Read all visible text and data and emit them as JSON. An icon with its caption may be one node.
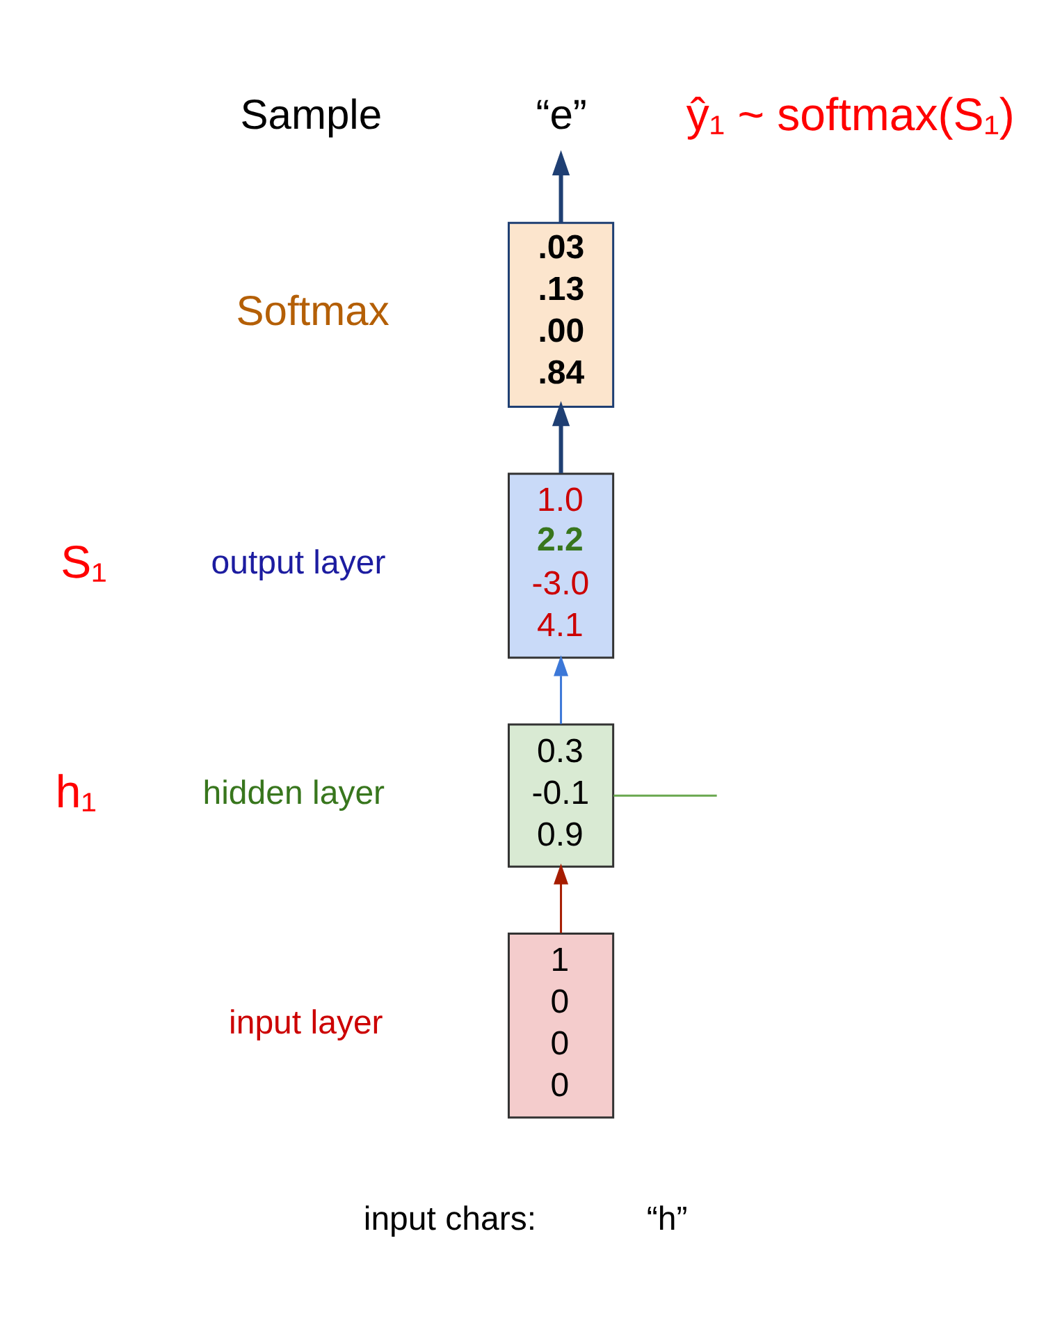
{
  "diagram": {
    "nodes": [
      {
        "text": [
          "“e”"
        ],
        "beside": [
          "Sample"
        ]
      },
      {
        "text": [
          ".03",
          ".13",
          ".00",
          ".84"
        ],
        "beside": [
          "Softmax"
        ]
      },
      {
        "text": [
          "1.0",
          "2.2",
          "-3.0",
          "4.1"
        ],
        "beside": [
          "output layer"
        ]
      },
      {
        "text": [
          "0.3",
          "-0.1",
          "0.9"
        ],
        "beside": [
          "hidden layer"
        ]
      },
      {
        "text": [
          "1",
          "0",
          "0",
          "0"
        ],
        "beside": [
          "input layer"
        ]
      }
    ],
    "edges": [
      {
        "from": 1,
        "to": 0,
        "arrow": "to",
        "style": "thick",
        "color": "#1f3f73"
      },
      {
        "from": 2,
        "to": 1,
        "arrow": "to",
        "style": "thick",
        "color": "#1f3f73"
      },
      {
        "from": 3,
        "to": 2,
        "arrow": "to",
        "color": "#3c78d8"
      },
      {
        "from": 4,
        "to": 3,
        "arrow": "to",
        "color": "#a61c00"
      },
      {
        "from": 3,
        "to": null,
        "arrow": "none",
        "color": "#6aa84f"
      }
    ],
    "labels": [
      "ŷ₁ ~ softmax(S₁)",
      "S₁",
      "h₁",
      "input chars:",
      "“h”"
    ]
  }
}
